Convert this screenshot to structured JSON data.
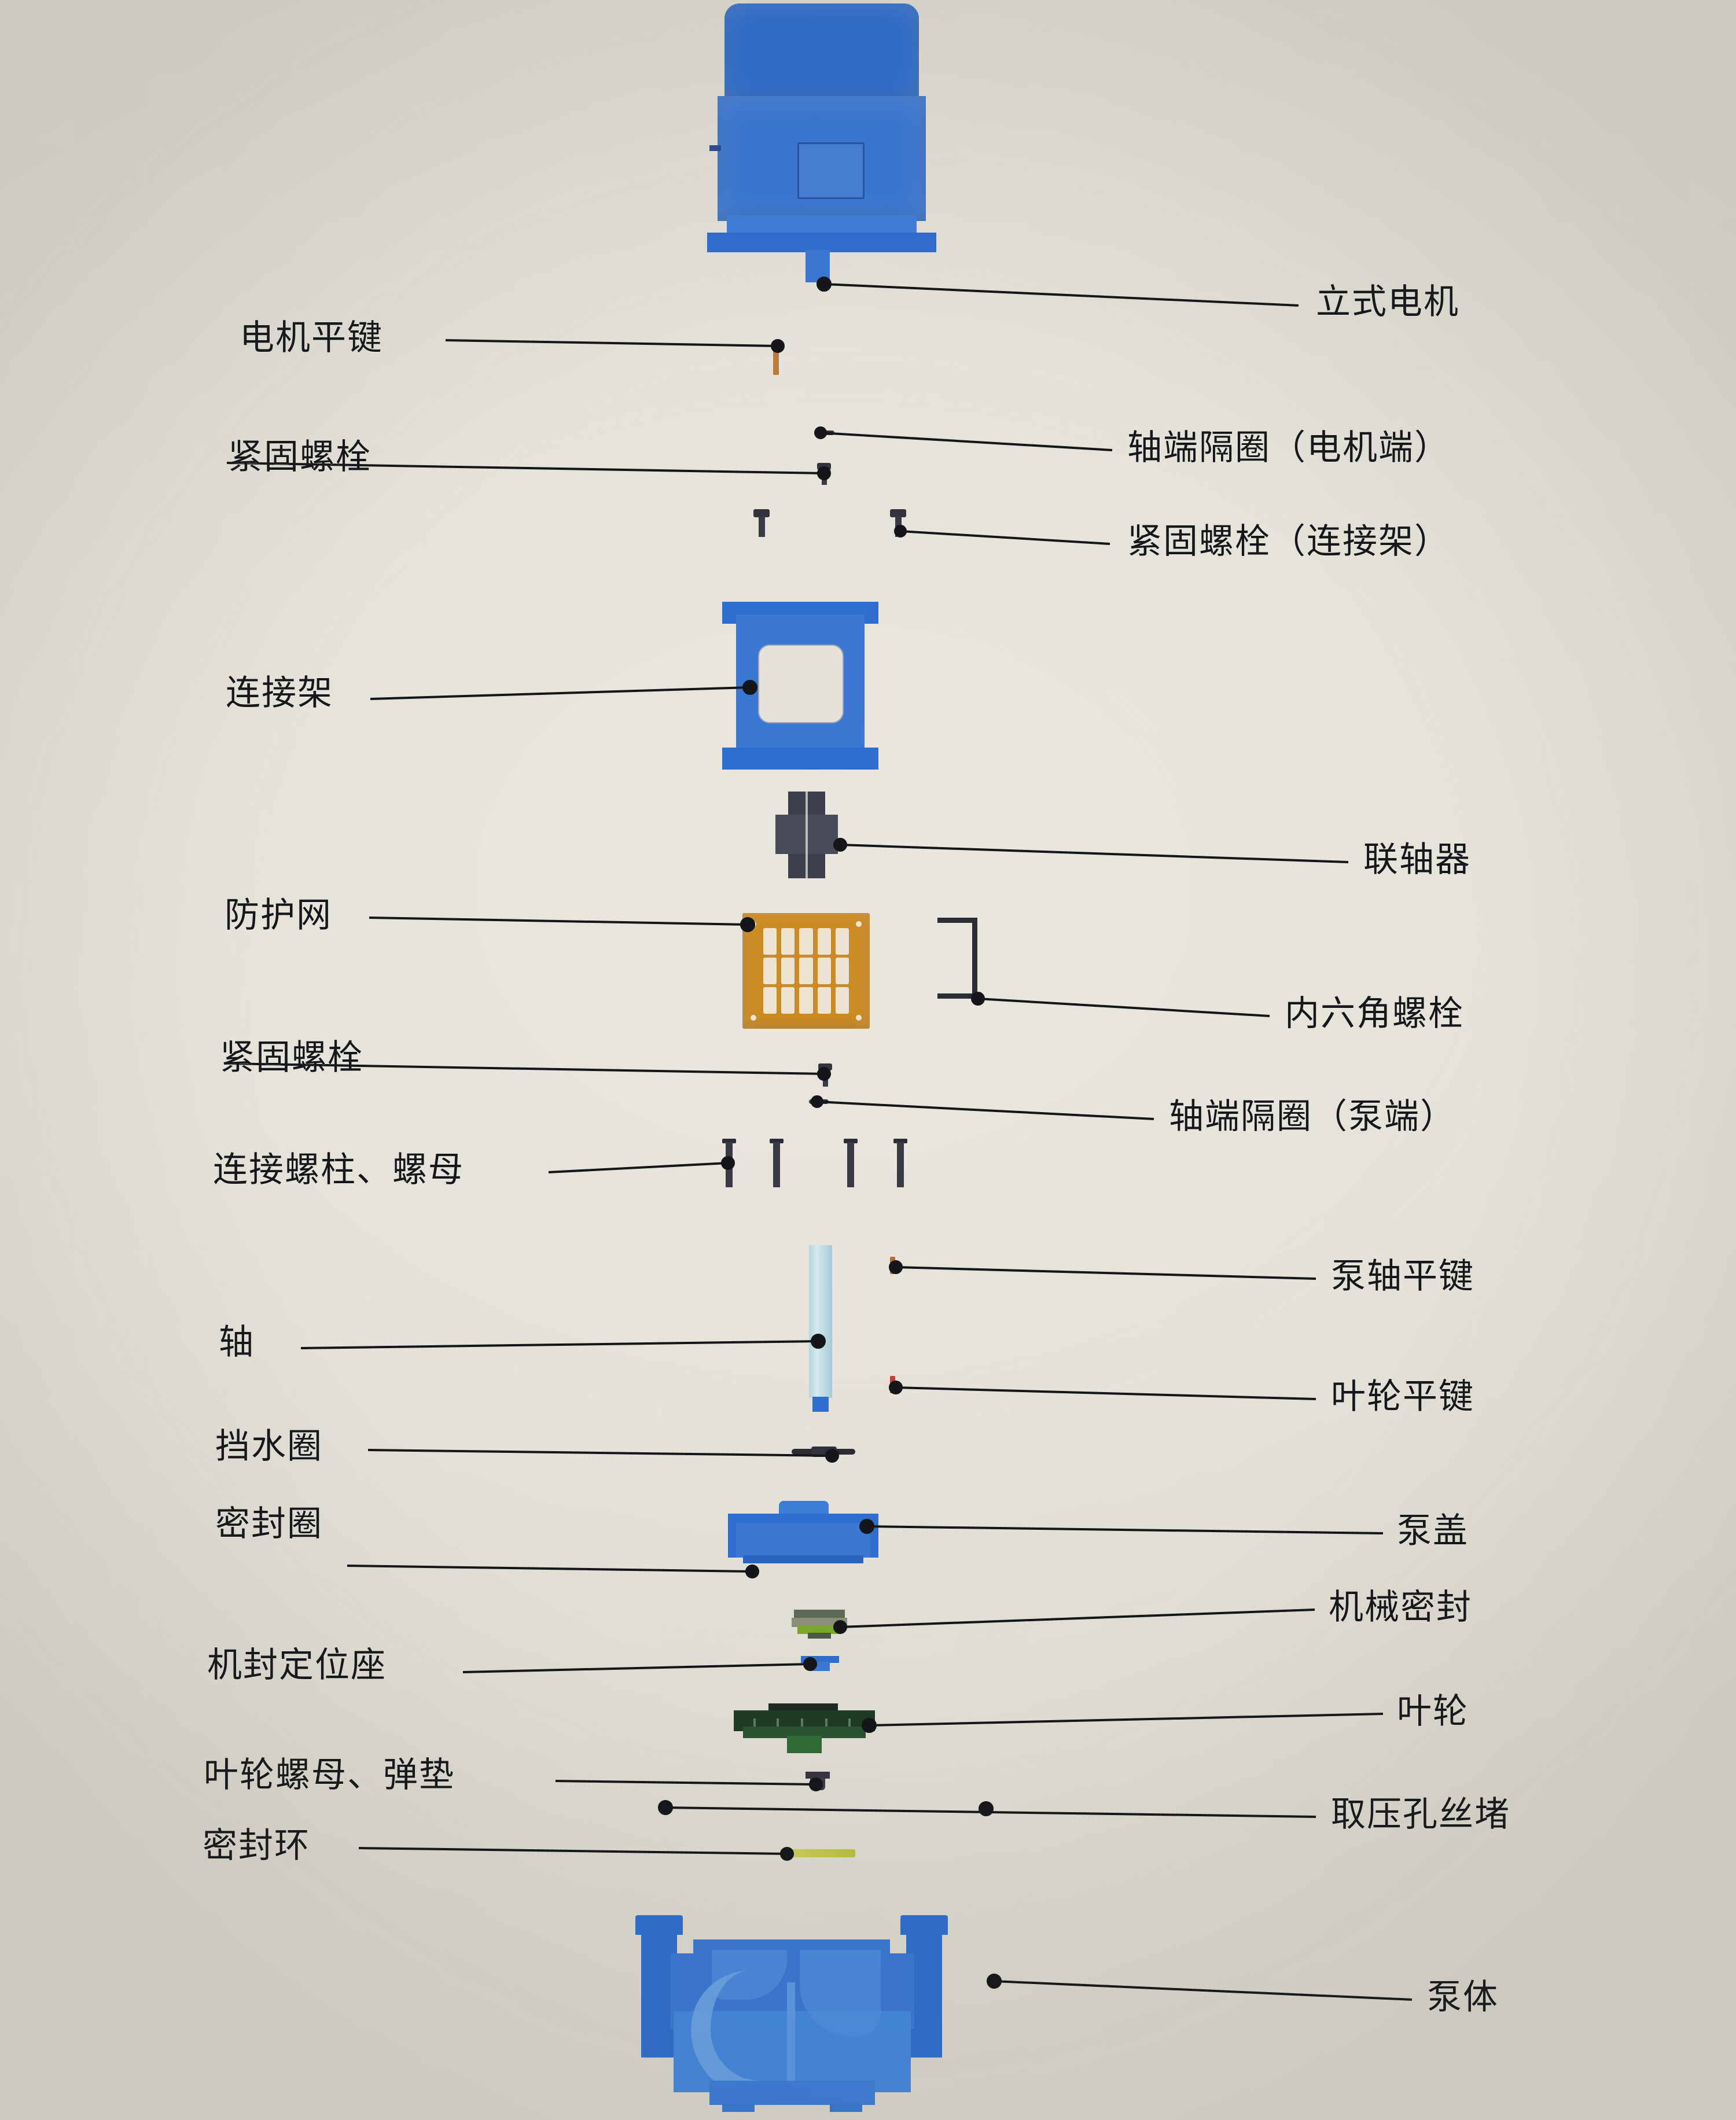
{
  "diagram": {
    "title": "立式离心泵零件爆炸图",
    "type": "exploded-assembly-diagram",
    "background_color": "#e7e5dc",
    "part_color_primary": "#3a79d6",
    "part_color_mesh": "#cf8c22",
    "part_color_impeller": "#203b24",
    "part_color_shaft": "#b9d8e2",
    "part_color_hardware": "#34343f",
    "leader_color": "#15161a"
  },
  "labels": {
    "right": [
      {
        "id": "vertical-motor",
        "text": "立式电机"
      },
      {
        "id": "shaft-spacer-motor",
        "text": "轴端隔圈（电机端）"
      },
      {
        "id": "fastening-bolt-frame",
        "text": "紧固螺栓（连接架）"
      },
      {
        "id": "coupling",
        "text": "联轴器"
      },
      {
        "id": "hex-socket-bolt",
        "text": "内六角螺栓"
      },
      {
        "id": "shaft-spacer-pump",
        "text": "轴端隔圈（泵端）"
      },
      {
        "id": "pump-shaft-key",
        "text": "泵轴平键"
      },
      {
        "id": "impeller-key",
        "text": "叶轮平键"
      },
      {
        "id": "pump-cover",
        "text": "泵盖"
      },
      {
        "id": "mechanical-seal",
        "text": "机械密封"
      },
      {
        "id": "impeller",
        "text": "叶轮"
      },
      {
        "id": "pressure-tap-plug",
        "text": "取压孔丝堵"
      },
      {
        "id": "pump-body",
        "text": "泵体"
      }
    ],
    "left": [
      {
        "id": "motor-flat-key",
        "text": "电机平键"
      },
      {
        "id": "fastening-bolt-motor",
        "text": "紧固螺栓"
      },
      {
        "id": "connecting-frame",
        "text": "连接架"
      },
      {
        "id": "protective-mesh",
        "text": "防护网"
      },
      {
        "id": "fastening-bolt-mesh",
        "text": "紧固螺栓"
      },
      {
        "id": "connecting-stud-nut",
        "text": "连接螺柱、螺母"
      },
      {
        "id": "shaft",
        "text": "轴"
      },
      {
        "id": "water-deflector-ring",
        "text": "挡水圈"
      },
      {
        "id": "seal-ring",
        "text": "密封圈"
      },
      {
        "id": "seal-locating-seat",
        "text": "机封定位座"
      },
      {
        "id": "impeller-nut-washer",
        "text": "叶轮螺母、弹垫"
      },
      {
        "id": "sealing-ring",
        "text": "密封环"
      }
    ]
  },
  "parts": [
    {
      "id": "vertical-motor",
      "name": "立式电机",
      "color": "#3a79d6"
    },
    {
      "id": "motor-flat-key",
      "name": "电机平键",
      "color": "#c07a3a"
    },
    {
      "id": "shaft-spacer-motor",
      "name": "轴端隔圈（电机端）",
      "color": "#34343f"
    },
    {
      "id": "fastening-bolt-motor",
      "name": "紧固螺栓",
      "color": "#34343f"
    },
    {
      "id": "fastening-bolt-frame",
      "name": "紧固螺栓（连接架）",
      "color": "#34343f"
    },
    {
      "id": "connecting-frame",
      "name": "连接架",
      "color": "#3a79d6"
    },
    {
      "id": "coupling",
      "name": "联轴器",
      "color": "#4a4c5c"
    },
    {
      "id": "protective-mesh",
      "name": "防护网",
      "color": "#cf8c22"
    },
    {
      "id": "hex-socket-bolt",
      "name": "内六角螺栓",
      "color": "#2c2c36"
    },
    {
      "id": "fastening-bolt-mesh",
      "name": "紧固螺栓",
      "color": "#34343f"
    },
    {
      "id": "shaft-spacer-pump",
      "name": "轴端隔圈（泵端）",
      "color": "#34343f"
    },
    {
      "id": "connecting-stud-nut",
      "name": "连接螺柱、螺母",
      "color": "#3b3b47"
    },
    {
      "id": "shaft",
      "name": "轴",
      "color": "#b9d8e2"
    },
    {
      "id": "pump-shaft-key",
      "name": "泵轴平键",
      "color": "#b5723a"
    },
    {
      "id": "impeller-key",
      "name": "叶轮平键",
      "color": "#c4452e"
    },
    {
      "id": "water-deflector-ring",
      "name": "挡水圈",
      "color": "#2b2b34"
    },
    {
      "id": "pump-cover",
      "name": "泵盖",
      "color": "#3a79d6"
    },
    {
      "id": "seal-ring",
      "name": "密封圈",
      "color": "#2f6fd0"
    },
    {
      "id": "mechanical-seal",
      "name": "机械密封",
      "color": "#7aa928"
    },
    {
      "id": "seal-locating-seat",
      "name": "机封定位座",
      "color": "#3a79d6"
    },
    {
      "id": "impeller",
      "name": "叶轮",
      "color": "#203b24"
    },
    {
      "id": "impeller-nut-washer",
      "name": "叶轮螺母、弹垫",
      "color": "#3c3c48"
    },
    {
      "id": "pressure-tap-plug",
      "name": "取压孔丝堵",
      "color": "#2b2b34"
    },
    {
      "id": "sealing-ring",
      "name": "密封环",
      "color": "#c3c84f"
    },
    {
      "id": "pump-body",
      "name": "泵体",
      "color": "#3a79d6"
    }
  ]
}
